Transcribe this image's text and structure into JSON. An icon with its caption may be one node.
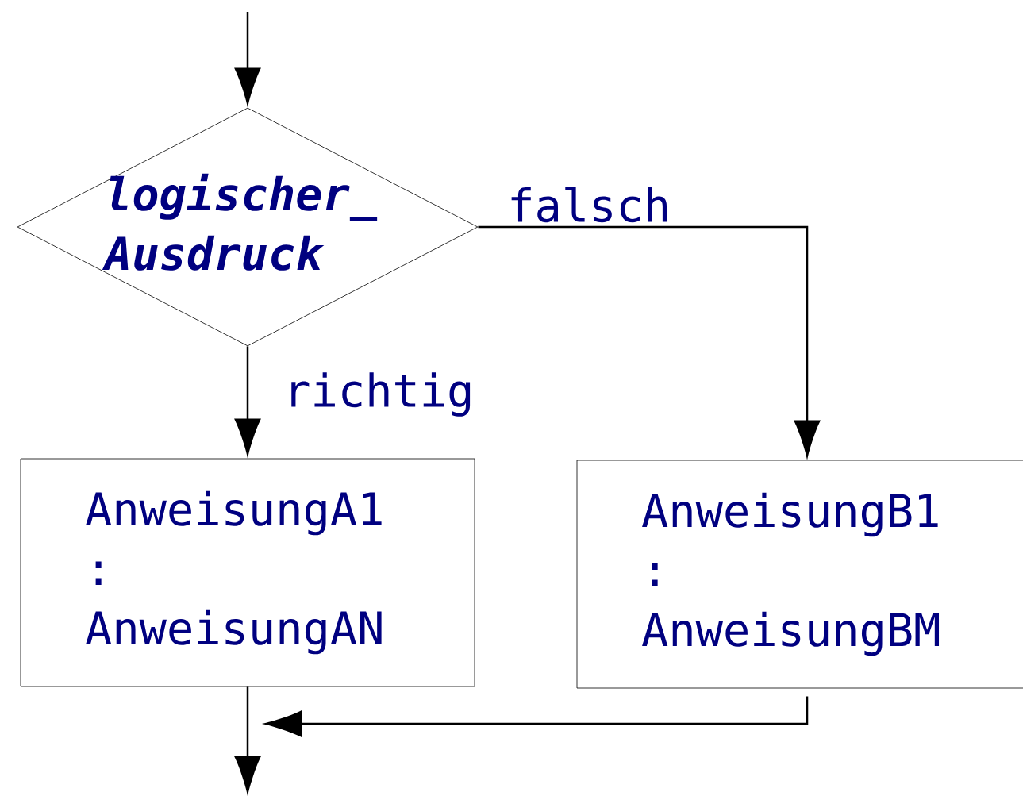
{
  "diagram": {
    "nodes": [
      {
        "text": [
          "logischer_ Ausdruck"
        ]
      },
      {
        "text": [
          "AnweisungA1 : AnweisungAN"
        ]
      },
      {
        "text": [
          "AnweisungB1 : AnweisungBM"
        ]
      }
    ],
    "edges": [
      {
        "from": null,
        "to": 0,
        "arrow": "to"
      },
      {
        "from": 0,
        "to": 1,
        "arrow": "to",
        "label": "richtig"
      },
      {
        "from": 0,
        "to": 2,
        "arrow": "to",
        "label": "falsch"
      },
      {
        "from": 1,
        "to": null,
        "arrow": "to"
      },
      {
        "from": 2,
        "to": null,
        "arrow": "to"
      }
    ]
  }
}
